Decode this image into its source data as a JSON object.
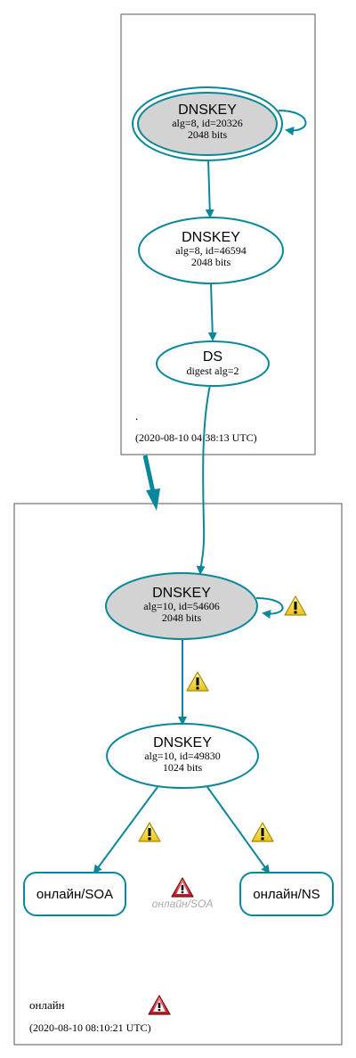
{
  "zones": {
    "root": {
      "name": ".",
      "timestamp": "(2020-08-10 04:38:13 UTC)"
    },
    "child": {
      "name": "онлайн",
      "timestamp": "(2020-08-10 08:10:21 UTC)"
    }
  },
  "nodes": {
    "root_ksk": {
      "title": "DNSKEY",
      "detail": "alg=8, id=20326",
      "bits": "2048 bits"
    },
    "root_zsk": {
      "title": "DNSKEY",
      "detail": "alg=8, id=46594",
      "bits": "2048 bits"
    },
    "ds": {
      "title": "DS",
      "detail": "digest alg=2"
    },
    "child_ksk": {
      "title": "DNSKEY",
      "detail": "alg=10, id=54606",
      "bits": "2048 bits"
    },
    "child_zsk": {
      "title": "DNSKEY",
      "detail": "alg=10, id=49830",
      "bits": "1024 bits"
    },
    "soa": {
      "label": "онлайн/SOA"
    },
    "ns": {
      "label": "онлайн/NS"
    },
    "soa_error": {
      "label": "онлайн/SOA"
    }
  },
  "colors": {
    "edge": "#0a879a",
    "border": "#555555",
    "key_fill": "#d3d3d3",
    "warning_fill": "#f1d93c",
    "error_fill": "#c8232c",
    "error_text": "#aaaaaa"
  },
  "icons": {
    "warning": "warning-icon",
    "error": "error-icon"
  }
}
